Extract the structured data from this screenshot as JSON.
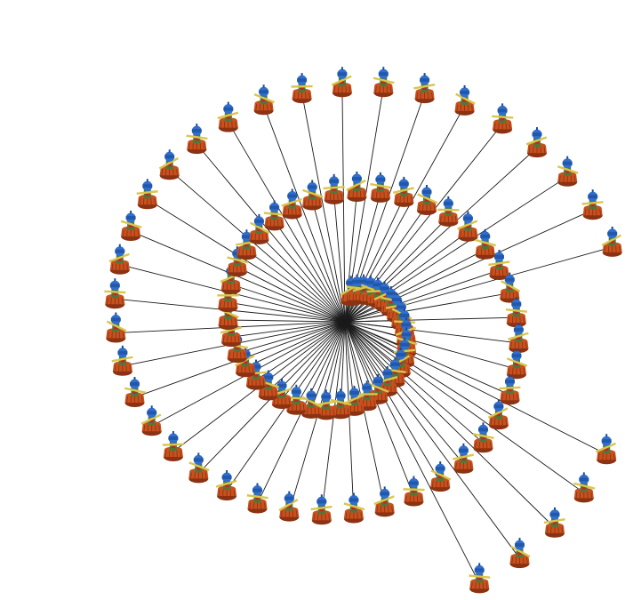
{
  "scene": {
    "kind": "spiral-of-robot-figures",
    "spiral_turns": 2.4,
    "figure_count": 96,
    "colors": {
      "background": "#ffffff",
      "spoke": "#1a1a1a",
      "base": "#c8501e",
      "base_dark": "#8a3212",
      "head": "#2f6fd0",
      "head_dark": "#1b4a95",
      "arm": "#d9c64a",
      "torso": "#4a7a3a",
      "accent": "#d02020"
    },
    "figure_icon": "robot-on-pedestal-icon"
  }
}
